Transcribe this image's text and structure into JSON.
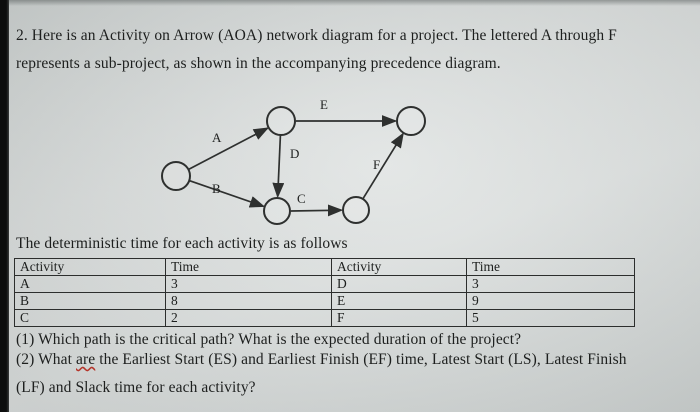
{
  "page": {
    "intro_line1": "2. Here is an Activity on Arrow (AOA) network diagram for a project. The lettered A through F",
    "intro_line2": "represents a sub-project, as shown in the accompanying precedence diagram.",
    "table_intro": "The deterministic time for each activity is as follows",
    "q1": "(1) Which path is the critical path? What is the expected duration of the project?",
    "q2_pre": "(2) What ",
    "q2_underlined": "are",
    "q2_post": " the Earliest Start (ES) and Earliest Finish (EF) time, Latest Start (LS), Latest Finish",
    "q2_line2": "(LF) and Slack time for each activity?"
  },
  "diagram": {
    "labels": {
      "A": "A",
      "B": "B",
      "C": "C",
      "D": "D",
      "E": "E",
      "F": "F"
    },
    "edges": [
      {
        "label": "A",
        "from": "start",
        "to": "top"
      },
      {
        "label": "B",
        "from": "start",
        "to": "bottom"
      },
      {
        "label": "D",
        "from": "top",
        "to": "bottom"
      },
      {
        "label": "E",
        "from": "top",
        "to": "top-right"
      },
      {
        "label": "C",
        "from": "bottom",
        "to": "bottom-right"
      },
      {
        "label": "F",
        "from": "bottom-right",
        "to": "top-right"
      }
    ]
  },
  "times_table": {
    "headers": [
      "Activity",
      "Time",
      "Activity",
      "Time"
    ],
    "rows": [
      [
        "A",
        "3",
        "D",
        "3"
      ],
      [
        "B",
        "8",
        "E",
        "9"
      ],
      [
        "C",
        "2",
        "F",
        "5"
      ]
    ]
  },
  "colors": {
    "ink": "#1d1f1e",
    "paper": "#d9dddc",
    "edge": "#0c0d0d",
    "squiggle": "#b5342a"
  }
}
